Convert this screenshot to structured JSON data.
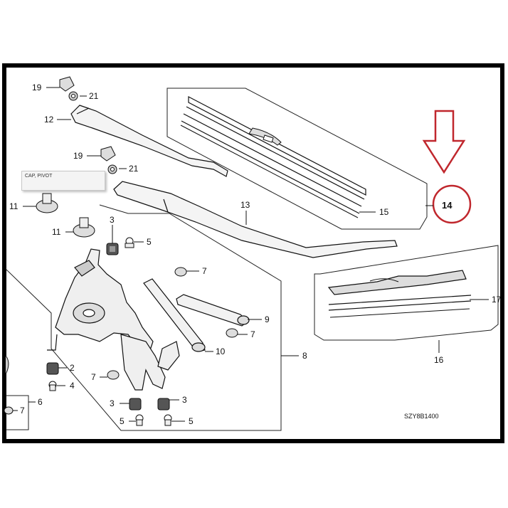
{
  "tooltip": {
    "text": "CAP, PIVOT"
  },
  "callouts": {
    "c19a": "19",
    "c21a": "21",
    "c12": "12",
    "c19b": "19",
    "c21b": "21",
    "c11a": "11",
    "c11b": "11",
    "c3a": "3",
    "c5a": "5",
    "c13": "13",
    "c15": "15",
    "c14": "14",
    "c7a": "7",
    "c9": "9",
    "c7b": "7",
    "c10": "10",
    "c8": "8",
    "c2": "2",
    "c4": "4",
    "c7c": "7",
    "c3b": "3",
    "c3c": "3",
    "c5b": "5",
    "c5c": "5",
    "c6": "6",
    "c7d": "7",
    "c16": "16",
    "c17": "17"
  },
  "code": "SZY8B1400",
  "colors": {
    "highlight": "#c0272d",
    "line": "#111111"
  }
}
